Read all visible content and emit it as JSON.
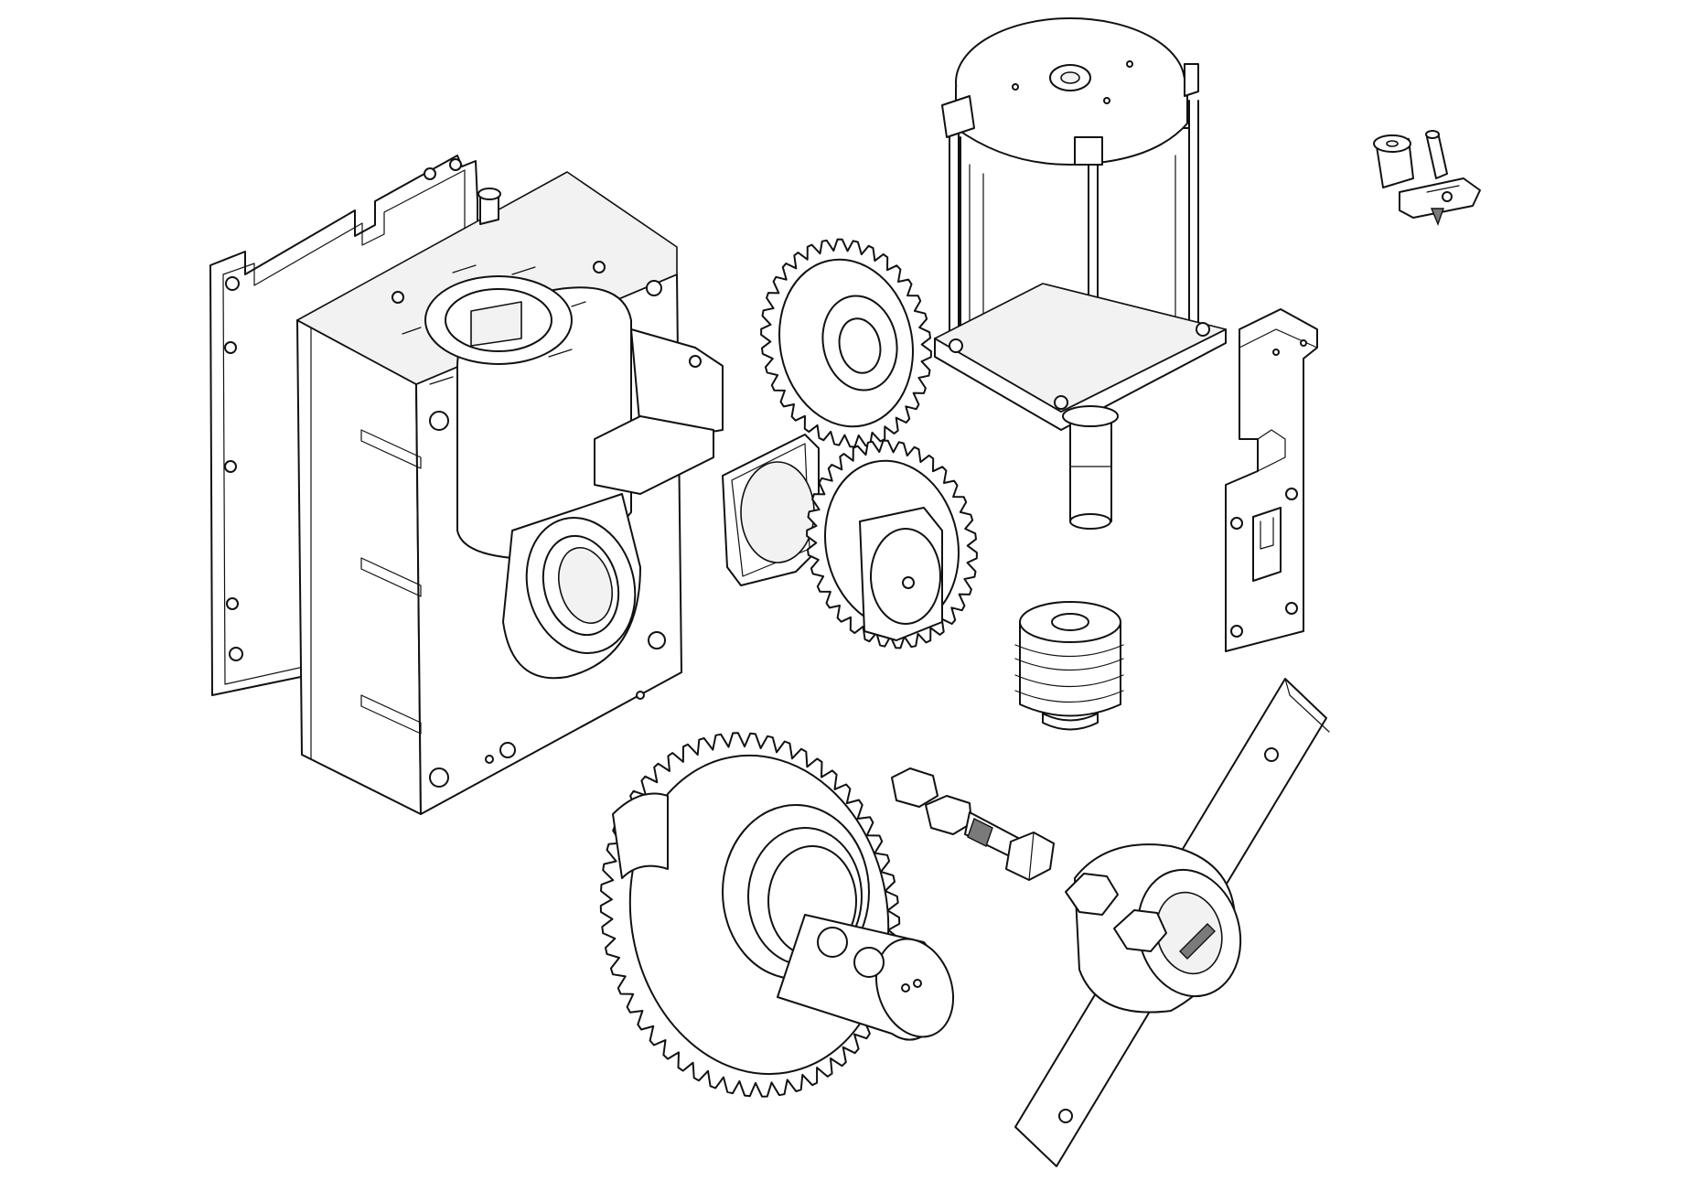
{
  "figure": {
    "type": "exploded-view-line-drawing",
    "background": "#ffffff",
    "line_color": "#111111",
    "parts": [
      {
        "id": "gasket",
        "icon": "gasket-plate-icon"
      },
      {
        "id": "gearbox-housing",
        "icon": "gearbox-housing-icon"
      },
      {
        "id": "upper-spur-gear",
        "icon": "spur-gear-icon"
      },
      {
        "id": "double-gear-with-bearing-plate",
        "icon": "double-gear-icon"
      },
      {
        "id": "electric-motor",
        "icon": "motor-icon"
      },
      {
        "id": "mounting-bracket",
        "icon": "bracket-icon"
      },
      {
        "id": "small-release-knob-assembly",
        "icon": "knob-icon"
      },
      {
        "id": "worm-screw",
        "icon": "worm-screw-icon"
      },
      {
        "id": "large-gear-with-output-shaft",
        "icon": "output-gear-icon"
      },
      {
        "id": "hex-bolt-with-nut",
        "icon": "bolt-icon"
      },
      {
        "id": "flat-arm-with-clamp-hub",
        "icon": "arm-clamp-icon"
      }
    ]
  }
}
